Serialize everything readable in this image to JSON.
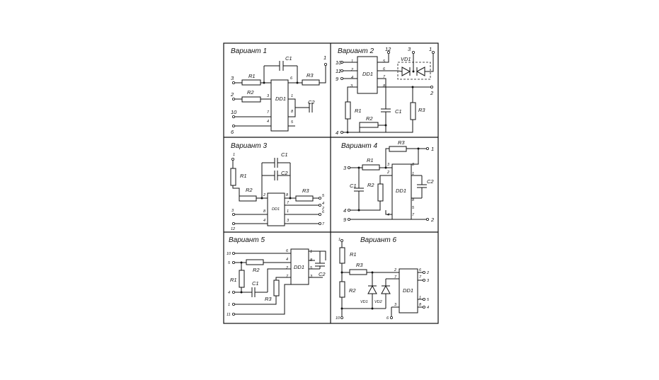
{
  "variants": [
    {
      "title": "Вариант  1",
      "chip": "DD1",
      "R1": "R1",
      "R2": "R2",
      "R3": "R3",
      "C1": "C1",
      "C2": "C2",
      "terms": [
        "3",
        "2",
        "10",
        "6",
        "1"
      ]
    },
    {
      "title": "Вариант  2",
      "chip": "DD1",
      "R1": "R1",
      "R2": "R2",
      "R3": "R3",
      "C1": "C1",
      "VD1": "VD1",
      "terms": [
        "10",
        "11",
        "9",
        "4",
        "12",
        "3",
        "1",
        "2"
      ]
    },
    {
      "title": "Вариант  3",
      "chip": "DD1",
      "R1": "R1",
      "R2": "R2",
      "R3": "R3",
      "C1": "C1",
      "C2": "C2",
      "terms": [
        "1",
        "3",
        "12",
        "5",
        "4",
        "6",
        "2",
        "7"
      ]
    },
    {
      "title": "Вариант  4",
      "chip": "DD1",
      "R1": "R1",
      "R2": "R2",
      "R3": "R3",
      "C1": "C1",
      "C2": "C2",
      "terms": [
        "3",
        "4",
        "9",
        "1",
        "2"
      ]
    },
    {
      "title": "Вариант  5",
      "chip": "DD1",
      "R1": "R1",
      "R2": "R2",
      "R3": "R3",
      "C1": "C1",
      "C2": "C2",
      "terms": [
        "10",
        "5",
        "4",
        "1",
        "11"
      ]
    },
    {
      "title": "Вариант  6",
      "chip": "DD1",
      "R1": "R1",
      "R2": "R2",
      "R3": "R3",
      "VD1": "VD1",
      "VD2": "VD2",
      "terms": [
        "1",
        "10",
        "6",
        "2",
        "3",
        "5",
        "4"
      ]
    }
  ]
}
